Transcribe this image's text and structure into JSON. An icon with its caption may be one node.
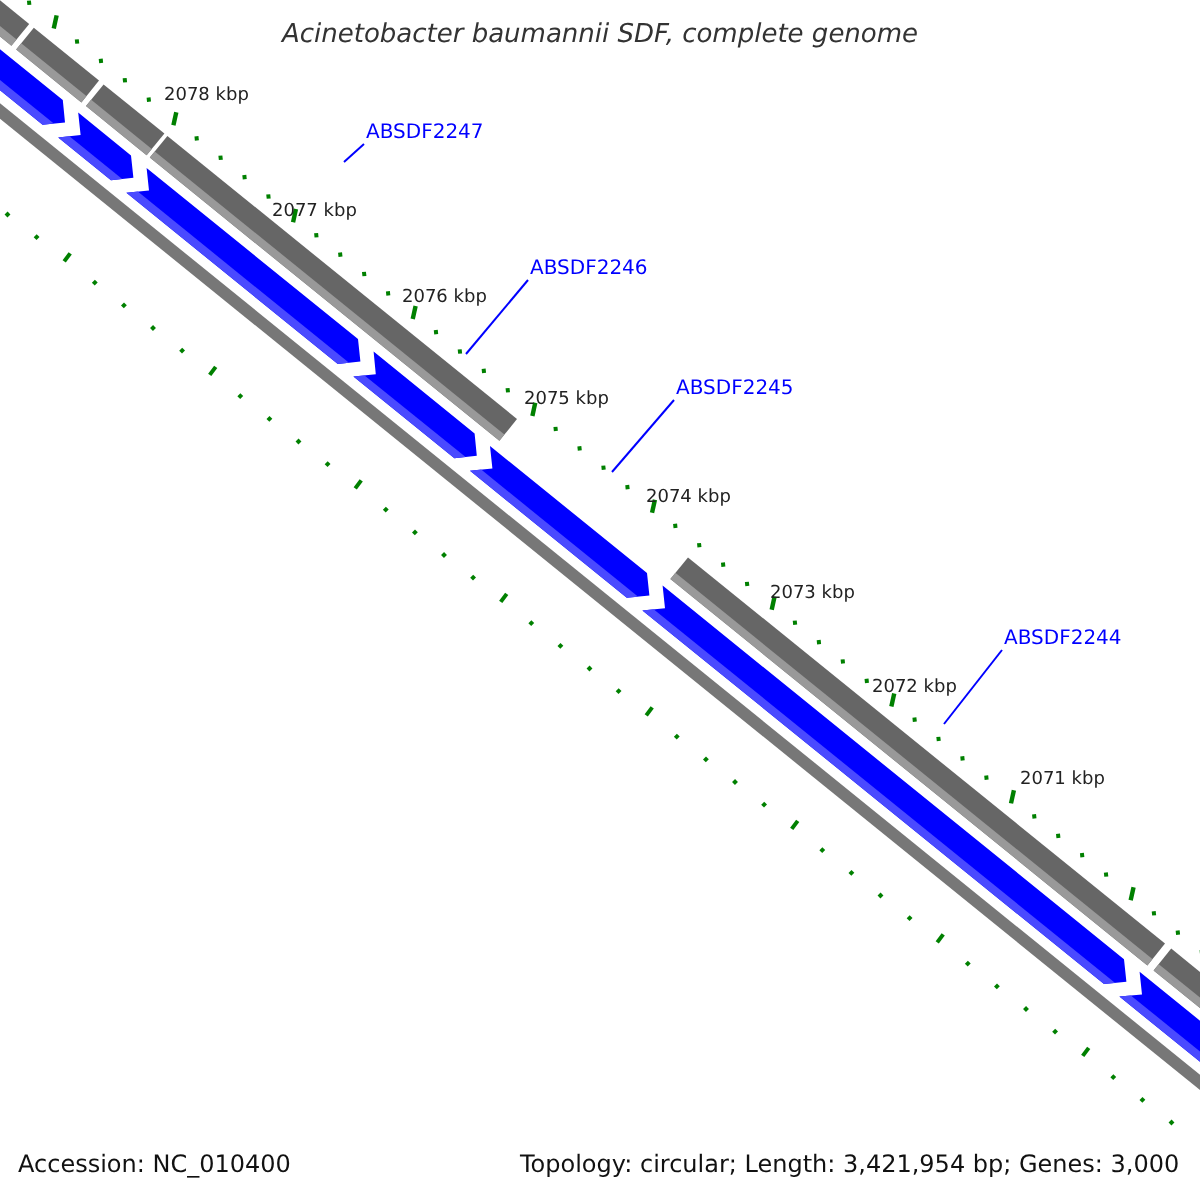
{
  "diagram": {
    "title": "Acinetobacter baumannii SDF, complete genome",
    "nodes": [
      {
        "text": [
          "ABSDF2247"
        ]
      },
      {
        "text": [
          "ABSDF2246"
        ]
      },
      {
        "text": [
          "ABSDF2245"
        ]
      },
      {
        "text": [
          "ABSDF2244"
        ]
      }
    ],
    "edges": [
      {
        "from": 0,
        "to": null,
        "arrow": "none"
      },
      {
        "from": 1,
        "to": null,
        "arrow": "none"
      },
      {
        "from": 2,
        "to": null,
        "arrow": "none"
      },
      {
        "from": 3,
        "to": null,
        "arrow": "none"
      }
    ],
    "labels": [
      "2078 kbp",
      "2077 kbp",
      "2076 kbp",
      "2075 kbp",
      "2074 kbp",
      "2073 kbp",
      "2072 kbp",
      "2071 kbp",
      "Accession: NC_010400",
      "Topology: circular; Length: 3,421,954 bp; Genes: 3,000"
    ]
  }
}
